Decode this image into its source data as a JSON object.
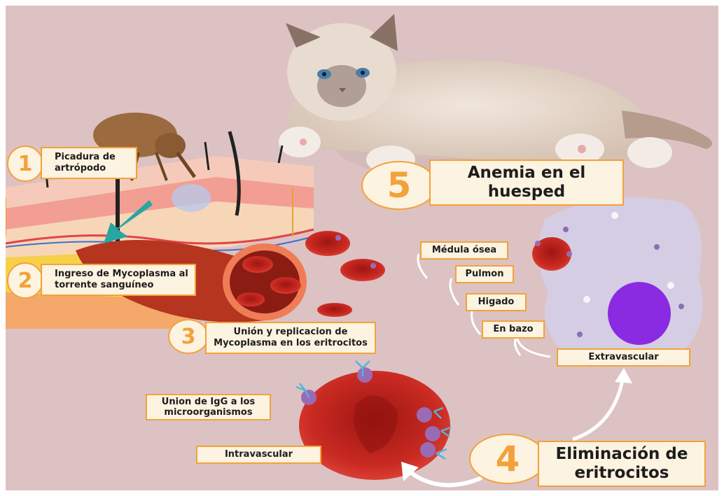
{
  "colors": {
    "background": "#dcc2c3",
    "label_fill": "#fdf3e1",
    "label_border": "#f2a23a",
    "number": "#f2a23a",
    "erythrocyte": "#c1231d",
    "cell_nucleus": "#8a2be2",
    "antibody": "#4fb6d9"
  },
  "steps": [
    {
      "number": "1",
      "lines": [
        "Picadura de",
        "artrópodo"
      ]
    },
    {
      "number": "2",
      "lines": [
        "Ingreso de Mycoplasma al",
        "torrente sanguíneo"
      ]
    },
    {
      "number": "3",
      "lines": [
        "Unión y replicacion de",
        "Mycoplasma en los eritrocitos"
      ]
    },
    {
      "number": "4",
      "lines": [
        "Eliminación de",
        "eritrocitos"
      ]
    },
    {
      "number": "5",
      "lines": [
        "Anemia en el",
        "huesped"
      ]
    }
  ],
  "organs": [
    "Médula ósea",
    "Pulmon",
    "Higado",
    "En bazo"
  ],
  "extravascular": "Extravascular",
  "igg_lines": [
    "Union de IgG a los",
    "microorganismos"
  ],
  "intravascular": "Intravascular",
  "icons": [
    "flea-icon",
    "cat-illustration",
    "skin-cross-section-icon",
    "blood-vessel-icon",
    "erythrocyte-icon",
    "macrophage-icon",
    "curved-arrow-icon"
  ]
}
